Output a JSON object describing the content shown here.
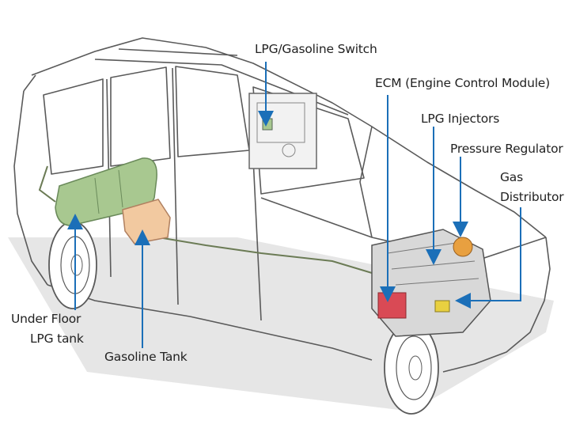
{
  "labels": {
    "lpg_gasoline_switch": "LPG/Gasoline Switch",
    "ecm": "ECM (Engine Control Module)",
    "lpg_injectors": "LPG Injectors",
    "pressure_regulator": "Pressure Regulator",
    "gas_distributor_line1": "Gas",
    "gas_distributor_line2": "Distributor",
    "under_floor_line1": "Under Floor",
    "under_floor_line2": "LPG tank",
    "gasoline_tank": "Gasoline Tank"
  },
  "colors": {
    "arrow": "#1b6fb8",
    "car_outline": "#5a5a5a",
    "lpg_tank": "#a8c890",
    "gasoline_tank": "#f2c9a0",
    "ecm": "#d94a55",
    "pressure_regulator": "#e8a040",
    "shadow": "#e4e4e4"
  }
}
